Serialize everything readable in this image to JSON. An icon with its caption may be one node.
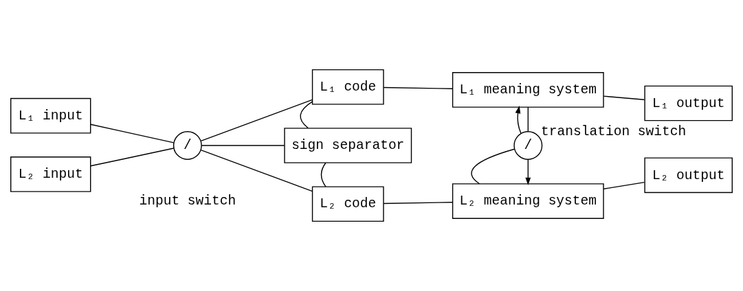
{
  "diagram": {
    "nodes": [
      {
        "text": [
          "L₁ input"
        ]
      },
      {
        "text": [
          "L₁ code"
        ]
      },
      {
        "text": [
          "L₁ meaning system"
        ]
      },
      {
        "text": [
          "L₁ output"
        ]
      },
      {
        "text": [
          "/"
        ],
        "beside": [
          "input switch"
        ]
      },
      {
        "text": [
          "sign separator"
        ]
      },
      {
        "text": [
          "/"
        ],
        "beside": [
          "translation switch"
        ]
      },
      {
        "text": [
          "L₂ input"
        ]
      },
      {
        "text": [
          "L₂ code"
        ]
      },
      {
        "text": [
          "L₂ meaning system"
        ]
      },
      {
        "text": [
          "L₂ output"
        ]
      }
    ],
    "edges": [
      {
        "from": 0,
        "to": 4,
        "arrow": "none"
      },
      {
        "from": 7,
        "to": 4,
        "arrow": "none"
      },
      {
        "from": 4,
        "to": 1,
        "arrow": "none"
      },
      {
        "from": 4,
        "to": 5,
        "arrow": "none"
      },
      {
        "from": 4,
        "to": 8,
        "arrow": "none"
      },
      {
        "from": 1,
        "to": 5,
        "arrow": "none"
      },
      {
        "from": 5,
        "to": 8,
        "arrow": "none"
      },
      {
        "from": 1,
        "to": 2,
        "arrow": "none"
      },
      {
        "from": 2,
        "to": 3,
        "arrow": "none"
      },
      {
        "from": 8,
        "to": 9,
        "arrow": "none"
      },
      {
        "from": 9,
        "to": 10,
        "arrow": "none"
      },
      {
        "from": 2,
        "to": 6,
        "arrow": "none"
      },
      {
        "from": 6,
        "to": 9,
        "arrow": "to"
      },
      {
        "from": 9,
        "to": 6,
        "arrow": "none"
      },
      {
        "from": 6,
        "to": 2,
        "arrow": "to"
      }
    ]
  }
}
